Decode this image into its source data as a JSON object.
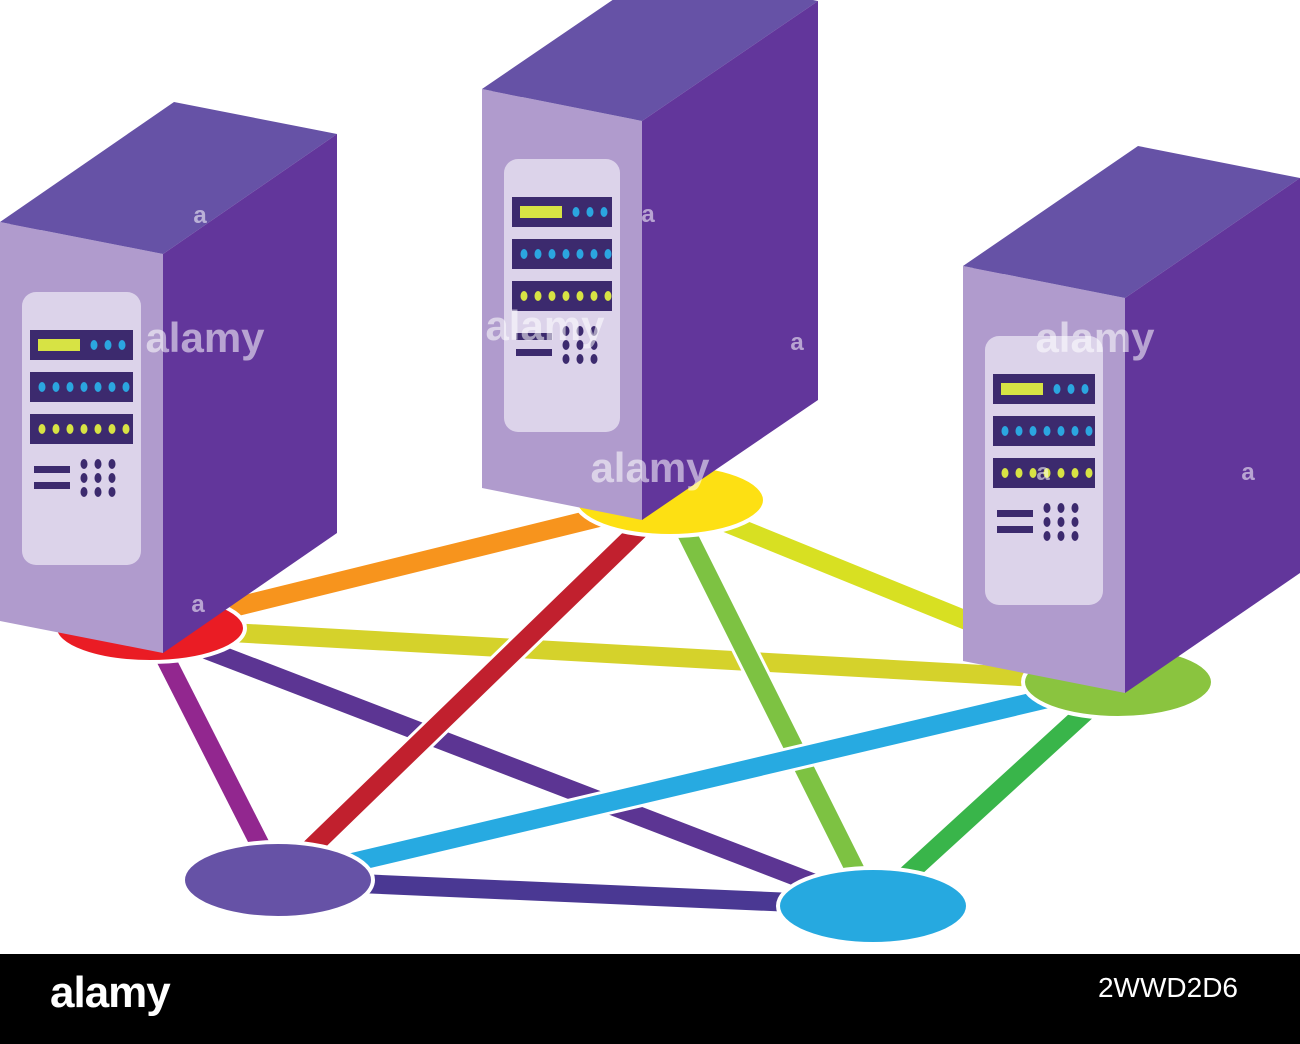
{
  "colors": {
    "background": "#ffffff",
    "server_top": "#6652a6",
    "server_side": "#62369b",
    "server_front": "#b09bcd",
    "panel": "#dcd3ea",
    "rack_slot": "#3c2a6e",
    "led_yellow": "#d7e344",
    "led_blue": "#2ba6e0",
    "footer_bg": "#000000"
  },
  "nodes": [
    {
      "id": "red",
      "color": "#ea1c24"
    },
    {
      "id": "yellow",
      "color": "#fde013"
    },
    {
      "id": "green",
      "color": "#8ac43f"
    },
    {
      "id": "purple",
      "color": "#6652a6"
    },
    {
      "id": "blue",
      "color": "#26a9e0"
    }
  ],
  "links": [
    {
      "from": "red",
      "to": "yellow",
      "color": "#f7941d"
    },
    {
      "from": "red",
      "to": "green",
      "color": "#d5d22b"
    },
    {
      "from": "red",
      "to": "purple",
      "color": "#92278f"
    },
    {
      "from": "red",
      "to": "blue",
      "color": "#5c3593"
    },
    {
      "from": "yellow",
      "to": "purple",
      "color": "#c1202e"
    },
    {
      "from": "yellow",
      "to": "green",
      "color": "#d8e022"
    },
    {
      "from": "yellow",
      "to": "blue",
      "color": "#7dc242"
    },
    {
      "from": "green",
      "to": "purple",
      "color": "#27aae1"
    },
    {
      "from": "green",
      "to": "blue",
      "color": "#39b54a"
    },
    {
      "from": "purple",
      "to": "blue",
      "color": "#4a3893"
    }
  ],
  "watermark": {
    "text": "alamy",
    "letter": "a"
  },
  "footer": {
    "logo": "alamy",
    "image_id": "2WWD2D6"
  }
}
